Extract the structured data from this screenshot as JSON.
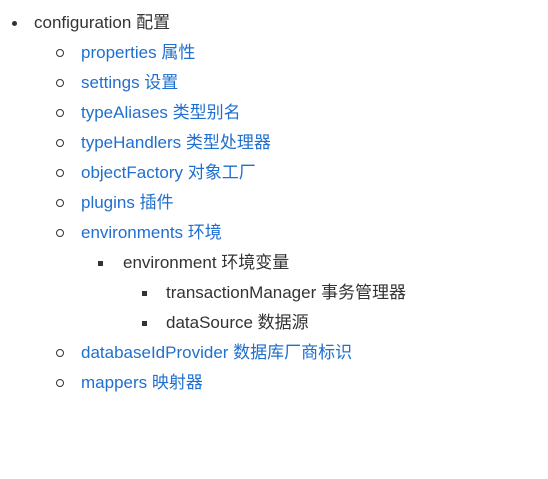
{
  "tree": {
    "root": "configuration 配置",
    "properties": "properties 属性",
    "settings": "settings 设置",
    "typeAliases": "typeAliases 类型别名",
    "typeHandlers": "typeHandlers 类型处理器",
    "objectFactory": "objectFactory 对象工厂",
    "plugins": "plugins 插件",
    "environments": "environments 环境",
    "environment": "environment 环境变量",
    "transactionManager": "transactionManager 事务管理器",
    "dataSource": "dataSource 数据源",
    "databaseIdProvider": "databaseIdProvider 数据库厂商标识",
    "mappers": "mappers 映射器"
  },
  "colors": {
    "link": "#1e6fd0",
    "text": "#333333"
  }
}
